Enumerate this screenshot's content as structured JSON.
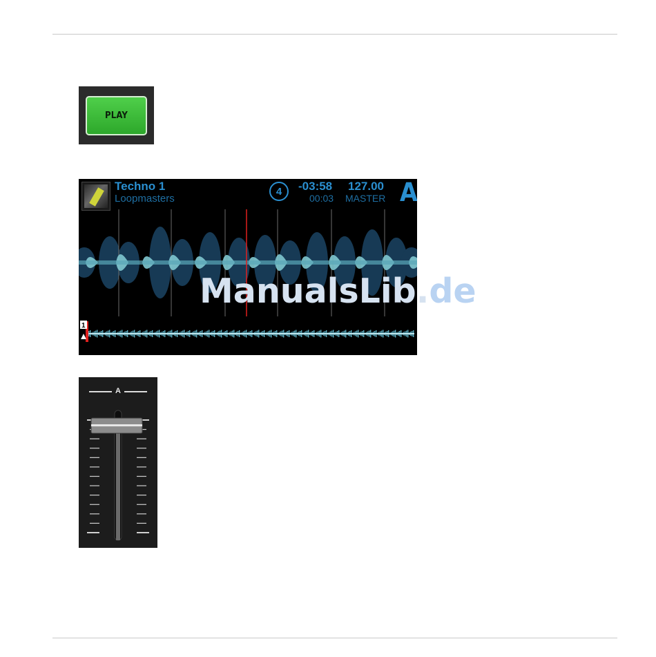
{
  "play_button": {
    "label": "PLAY",
    "color": "#3fbf3a"
  },
  "deck_display": {
    "track_title": "Techno 1",
    "artist": "Loopmasters",
    "beat_counter": "4",
    "time_remaining": "-03:58",
    "bpm": "127.00",
    "time_elapsed": "00:03",
    "sync_mode": "MASTER",
    "deck_letter": "A",
    "cue_number": "1",
    "accent_color": "#2a8fd0",
    "playhead_color": "#e0201e",
    "waveform_color": "#7fc8d0"
  },
  "channel_fader": {
    "label": "A",
    "level": 0.95
  },
  "watermark": {
    "text": "ManualsLib.",
    "tld": "de"
  }
}
